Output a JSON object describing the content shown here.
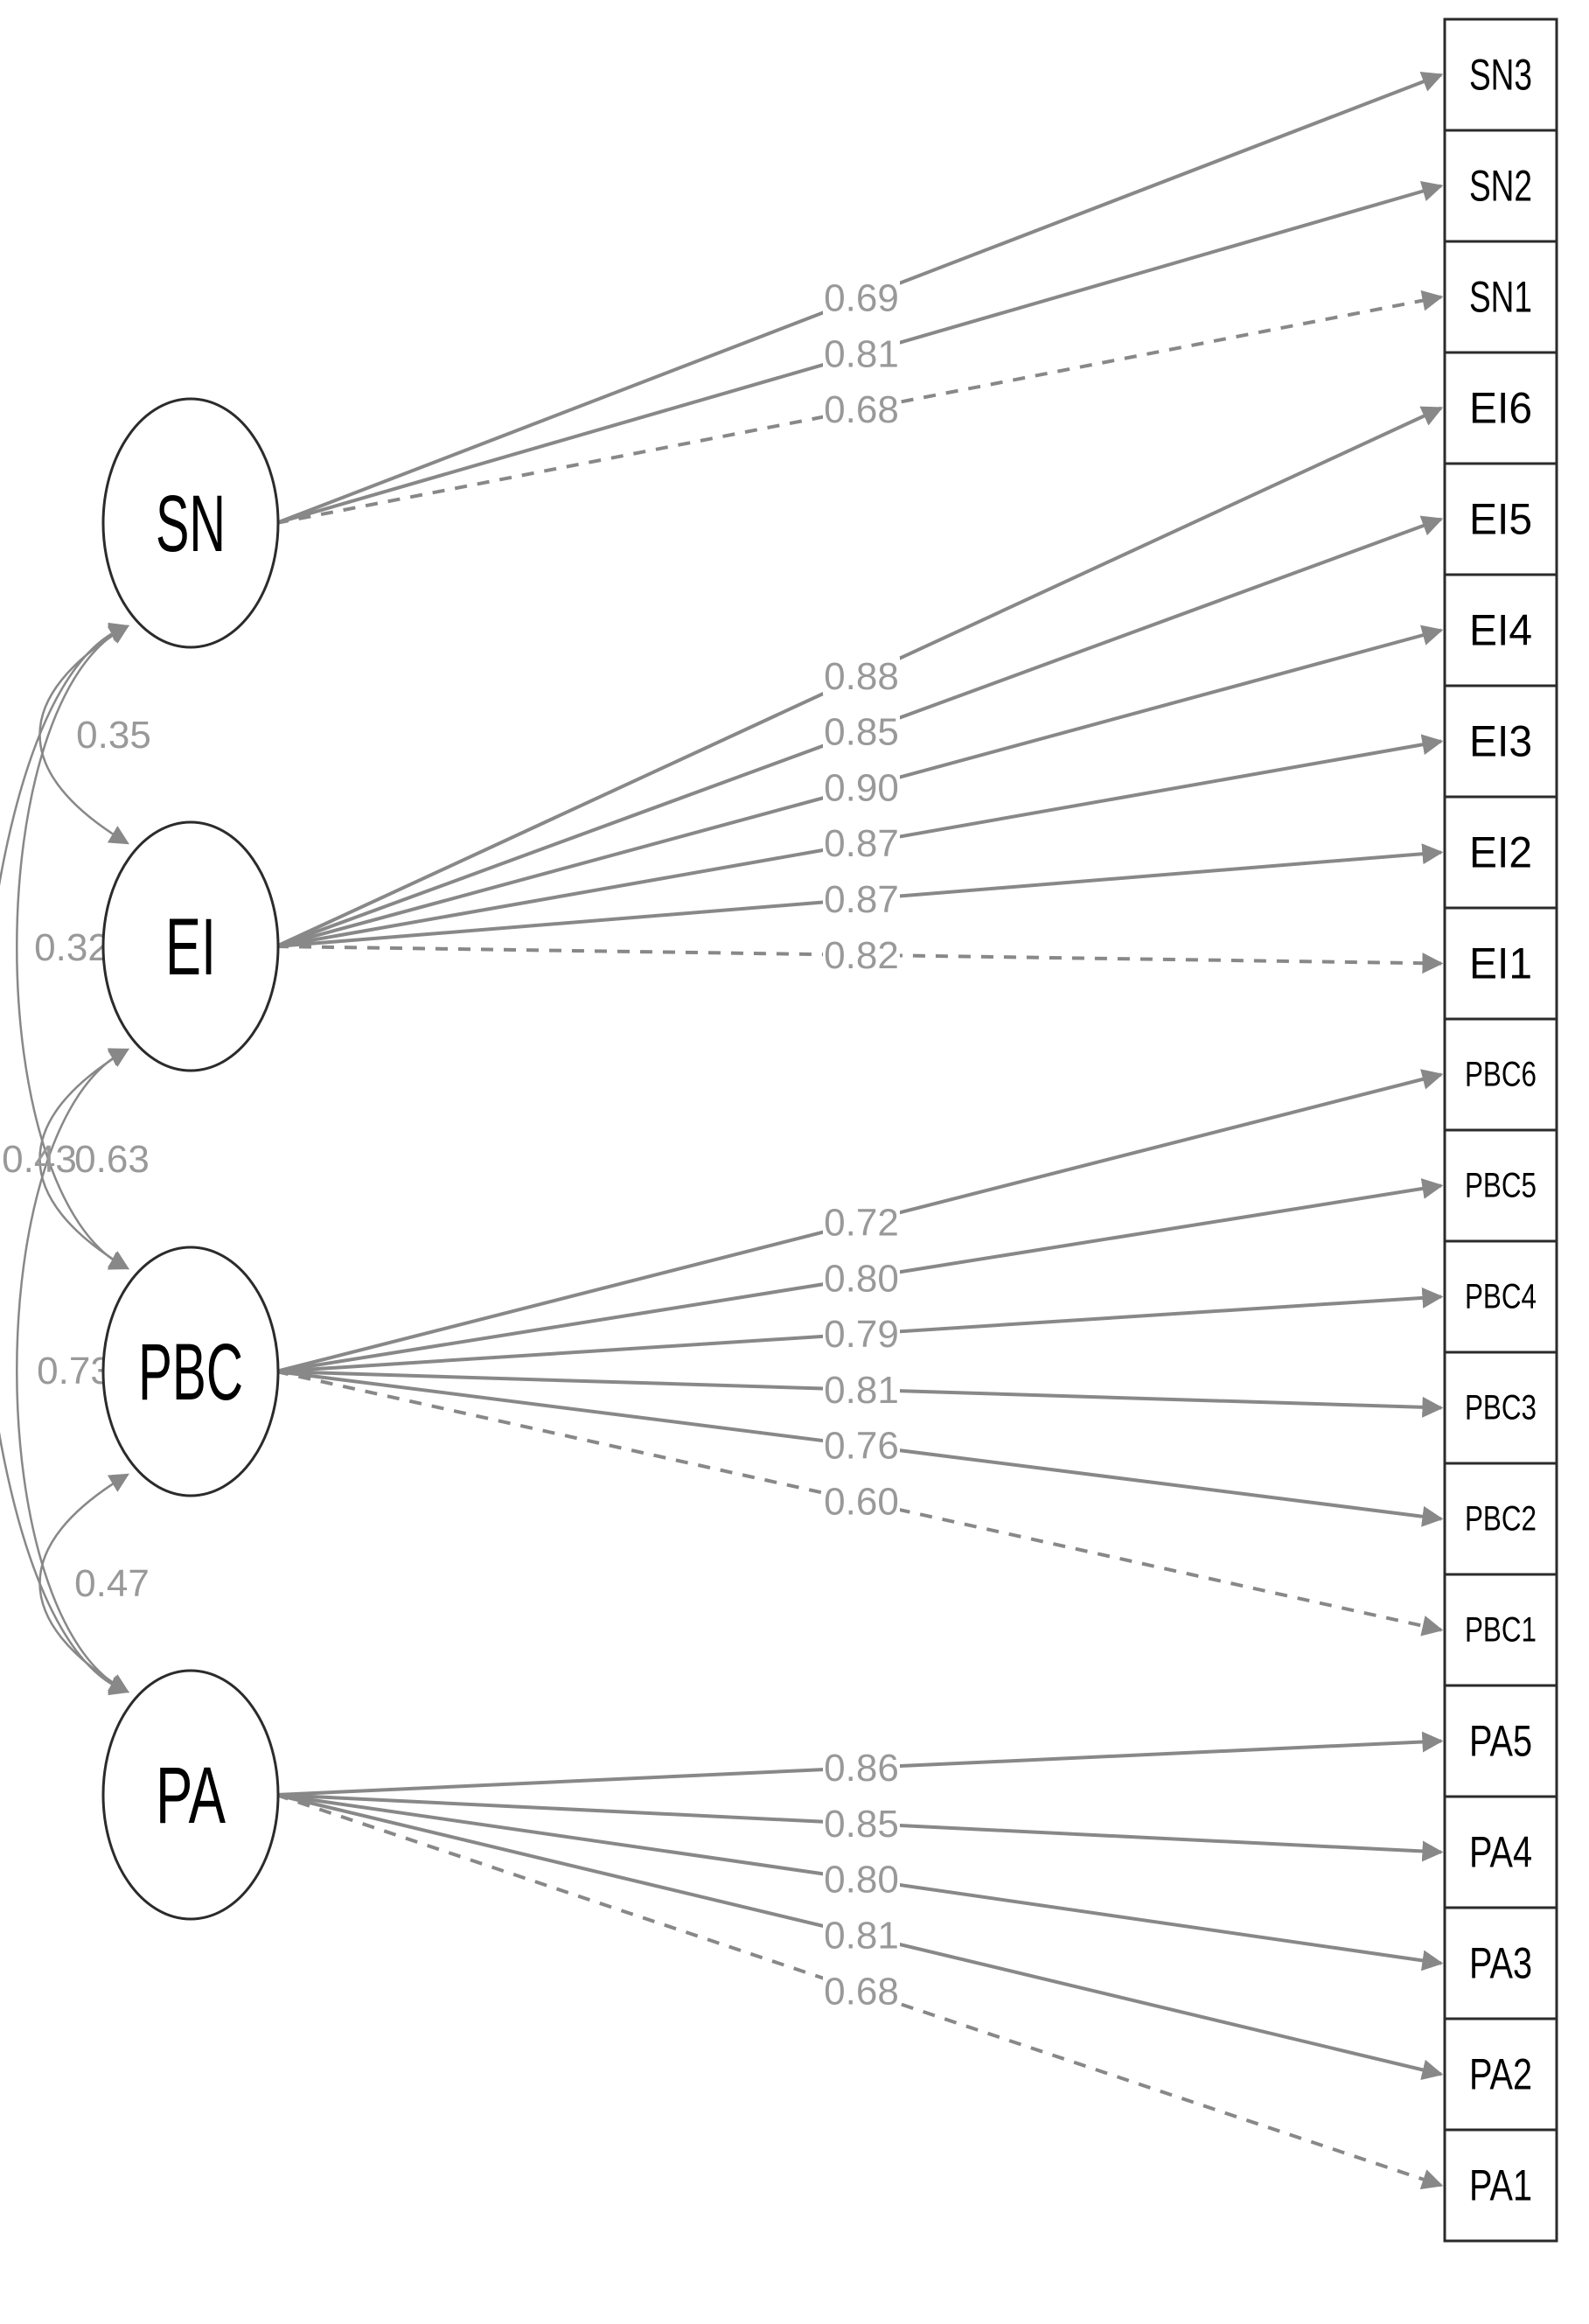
{
  "latents": [
    {
      "id": "SN",
      "label": "SN"
    },
    {
      "id": "EI",
      "label": "EI"
    },
    {
      "id": "PBC",
      "label": "PBC"
    },
    {
      "id": "PA",
      "label": "PA"
    }
  ],
  "indicators": [
    "SN3",
    "SN2",
    "SN1",
    "EI6",
    "EI5",
    "EI4",
    "EI3",
    "EI2",
    "EI1",
    "PBC6",
    "PBC5",
    "PBC4",
    "PBC3",
    "PBC2",
    "PBC1",
    "PA5",
    "PA4",
    "PA3",
    "PA2",
    "PA1"
  ],
  "loadings": [
    {
      "from": "SN",
      "to": "SN3",
      "value": "0.69",
      "dashed": false
    },
    {
      "from": "SN",
      "to": "SN2",
      "value": "0.81",
      "dashed": false
    },
    {
      "from": "SN",
      "to": "SN1",
      "value": "0.68",
      "dashed": true
    },
    {
      "from": "EI",
      "to": "EI6",
      "value": "0.88",
      "dashed": false
    },
    {
      "from": "EI",
      "to": "EI5",
      "value": "0.85",
      "dashed": false
    },
    {
      "from": "EI",
      "to": "EI4",
      "value": "0.90",
      "dashed": false
    },
    {
      "from": "EI",
      "to": "EI3",
      "value": "0.87",
      "dashed": false
    },
    {
      "from": "EI",
      "to": "EI2",
      "value": "0.87",
      "dashed": false
    },
    {
      "from": "EI",
      "to": "EI1",
      "value": "0.82",
      "dashed": true
    },
    {
      "from": "PBC",
      "to": "PBC6",
      "value": "0.72",
      "dashed": false
    },
    {
      "from": "PBC",
      "to": "PBC5",
      "value": "0.80",
      "dashed": false
    },
    {
      "from": "PBC",
      "to": "PBC4",
      "value": "0.79",
      "dashed": false
    },
    {
      "from": "PBC",
      "to": "PBC3",
      "value": "0.81",
      "dashed": false
    },
    {
      "from": "PBC",
      "to": "PBC2",
      "value": "0.76",
      "dashed": false
    },
    {
      "from": "PBC",
      "to": "PBC1",
      "value": "0.60",
      "dashed": true
    },
    {
      "from": "PA",
      "to": "PA5",
      "value": "0.86",
      "dashed": false
    },
    {
      "from": "PA",
      "to": "PA4",
      "value": "0.85",
      "dashed": false
    },
    {
      "from": "PA",
      "to": "PA3",
      "value": "0.80",
      "dashed": false
    },
    {
      "from": "PA",
      "to": "PA2",
      "value": "0.81",
      "dashed": false
    },
    {
      "from": "PA",
      "to": "PA1",
      "value": "0.68",
      "dashed": true
    }
  ],
  "covariances": [
    {
      "a": "SN",
      "b": "EI",
      "value": "0.35"
    },
    {
      "a": "SN",
      "b": "PBC",
      "value": "0.32"
    },
    {
      "a": "SN",
      "b": "PA",
      "value": "0.43"
    },
    {
      "a": "EI",
      "b": "PBC",
      "value": "0.63"
    },
    {
      "a": "EI",
      "b": "PA",
      "value": "0.73"
    },
    {
      "a": "PBC",
      "b": "PA",
      "value": "0.47"
    }
  ]
}
